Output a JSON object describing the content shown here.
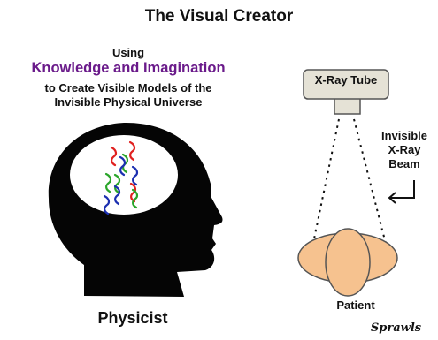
{
  "title": "The Visual Creator",
  "subtitle": {
    "using": "Using",
    "highlight": "Knowledge and Imagination",
    "line1": "to Create Visible Models of the",
    "line2": "Invisible Physical Universe"
  },
  "physicist_label": "Physicist",
  "xray_tube_label": "X-Ray Tube",
  "beam_label": [
    "Invisible",
    "X-Ray",
    "Beam"
  ],
  "patient_label": "Patient",
  "signature": "Sprawls",
  "colors": {
    "highlight": "#6a1a8a",
    "head": "#050505",
    "tube": "#e5e2d6",
    "patient_fill": "#f6c28f",
    "squiggle_red": "#e0201f",
    "squiggle_green": "#2aa52a",
    "squiggle_blue": "#1b2fb0"
  },
  "icons": [
    "head-silhouette-icon",
    "squiggle-icon",
    "xray-tube-icon",
    "patient-body-icon",
    "return-arrow-icon"
  ]
}
